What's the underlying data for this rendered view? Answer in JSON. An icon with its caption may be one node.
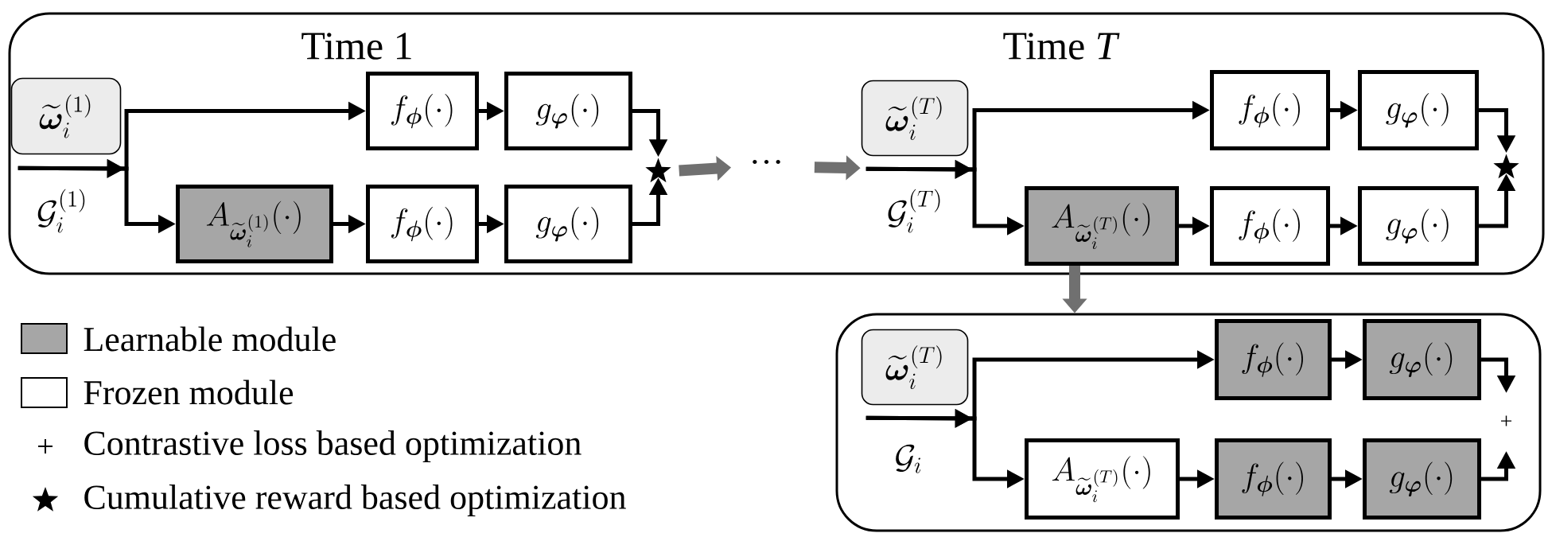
{
  "diagram": {
    "nodes": [
      {
        "text": [],
        "shape": "box"
      },
      {
        "text": [
          "\\widetilde{\\boldsymbol{\\omega}}_i^{(1)}"
        ],
        "in": 0
      },
      {
        "text": [
          "f_{\\boldsymbol{\\phi}}(\\cdot)"
        ],
        "in": 0
      },
      {
        "text": [
          "g_{\\boldsymbol{\\varphi}}(\\cdot)"
        ],
        "in": 0
      },
      {
        "text": [
          "A_{\\widetilde{\\boldsymbol{\\omega}}_i^{(1)}}(\\cdot)"
        ],
        "in": 0
      },
      {
        "text": [
          "f_{\\boldsymbol{\\phi}}(\\cdot)"
        ],
        "in": 0
      },
      {
        "text": [
          "g_{\\boldsymbol{\\varphi}}(\\cdot)"
        ],
        "in": 0
      },
      {
        "text": [],
        "shape": "star",
        "in": 0
      },
      {
        "text": [
          "···"
        ],
        "in": 0
      },
      {
        "text": [
          "\\widetilde{\\boldsymbol{\\omega}}_i^{(T)}"
        ],
        "in": 0
      },
      {
        "text": [
          "f_{\\boldsymbol{\\phi}}(\\cdot)"
        ],
        "in": 0
      },
      {
        "text": [
          "g_{\\boldsymbol{\\varphi}}(\\cdot)"
        ],
        "in": 0
      },
      {
        "text": [
          "A_{\\widetilde{\\boldsymbol{\\omega}}_i^{(T)}}(\\cdot)"
        ],
        "in": 0
      },
      {
        "text": [
          "f_{\\boldsymbol{\\phi}}(\\cdot)"
        ],
        "in": 0
      },
      {
        "text": [
          "g_{\\boldsymbol{\\varphi}}(\\cdot)"
        ],
        "in": 0
      },
      {
        "text": [],
        "shape": "star",
        "in": 0
      },
      {
        "text": [],
        "shape": "box"
      },
      {
        "text": [
          "\\widetilde{\\boldsymbol{\\omega}}_i^{(T)}"
        ],
        "in": 16
      },
      {
        "text": [
          "f_{\\boldsymbol{\\phi}}(\\cdot)"
        ],
        "in": 16
      },
      {
        "text": [
          "g_{\\boldsymbol{\\varphi}}(\\cdot)"
        ],
        "in": 16
      },
      {
        "text": [
          "A_{\\widetilde{\\boldsymbol{\\omega}}_i^{(T)}}(\\cdot)"
        ],
        "in": 16
      },
      {
        "text": [
          "f_{\\boldsymbol{\\phi}}(\\cdot)"
        ],
        "in": 16
      },
      {
        "text": [
          "g_{\\boldsymbol{\\varphi}}(\\cdot)"
        ],
        "in": 16
      },
      {
        "text": [
          "+"
        ],
        "in": 16
      }
    ],
    "edges": [
      {
        "from": 1,
        "to": 2,
        "arrow": "to"
      },
      {
        "from": 1,
        "to": 4,
        "arrow": "to"
      },
      {
        "from": 2,
        "to": 3,
        "arrow": "to"
      },
      {
        "from": 4,
        "to": 5,
        "arrow": "to"
      },
      {
        "from": 5,
        "to": 6,
        "arrow": "to"
      },
      {
        "from": 3,
        "to": 7,
        "arrow": "to"
      },
      {
        "from": 6,
        "to": 7,
        "arrow": "to"
      },
      {
        "from": 7,
        "to": 8,
        "arrow": "to",
        "style": "thick",
        "color": "#707070"
      },
      {
        "from": 8,
        "to": 9,
        "arrow": "to",
        "style": "thick",
        "color": "#707070"
      },
      {
        "from": 9,
        "to": 10,
        "arrow": "to"
      },
      {
        "from": 9,
        "to": 12,
        "arrow": "to"
      },
      {
        "from": 10,
        "to": 11,
        "arrow": "to"
      },
      {
        "from": 12,
        "to": 13,
        "arrow": "to"
      },
      {
        "from": 13,
        "to": 14,
        "arrow": "to"
      },
      {
        "from": 11,
        "to": 15,
        "arrow": "to"
      },
      {
        "from": 14,
        "to": 15,
        "arrow": "to"
      },
      {
        "from": 12,
        "to": 16,
        "arrow": "to",
        "style": "thick",
        "color": "#707070"
      },
      {
        "from": 17,
        "to": 18,
        "arrow": "to"
      },
      {
        "from": 17,
        "to": 20,
        "arrow": "to"
      },
      {
        "from": 18,
        "to": 19,
        "arrow": "to"
      },
      {
        "from": 20,
        "to": 21,
        "arrow": "to"
      },
      {
        "from": 21,
        "to": 22,
        "arrow": "to"
      },
      {
        "from": 19,
        "to": 23,
        "arrow": "to"
      },
      {
        "from": 22,
        "to": 23,
        "arrow": "to"
      }
    ],
    "labels": [
      "Time 1",
      "Time *T*",
      "\\mathcal{G}_i^{(1)}",
      "\\mathcal{G}_i^{(T)}",
      "\\mathcal{G}_i"
    ],
    "legend": [
      {
        "text": "Learnable module",
        "color": "#a6a6a6"
      },
      {
        "text": "Frozen module"
      },
      {
        "text": "Contrastive loss based optimization"
      },
      {
        "text": "Cumulative reward based optimization"
      }
    ]
  }
}
